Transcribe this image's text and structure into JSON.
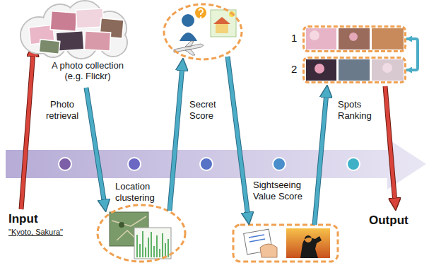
{
  "diagram": {
    "nodes": [
      {
        "text": [
          "A photo collection (e.g. Flickr)"
        ]
      },
      {
        "text": [
          "1"
        ]
      },
      {
        "text": [
          "2"
        ]
      }
    ],
    "edges": [
      {
        "from": 1,
        "to": 2,
        "arrow": "both"
      }
    ],
    "labels": [
      "Photo retrieval",
      "Location clustering",
      "Secret Score",
      "Sightseeing Value Score",
      "Spots Ranking",
      "Input",
      "\"Kyoto, Sakura\"",
      "Output"
    ]
  }
}
